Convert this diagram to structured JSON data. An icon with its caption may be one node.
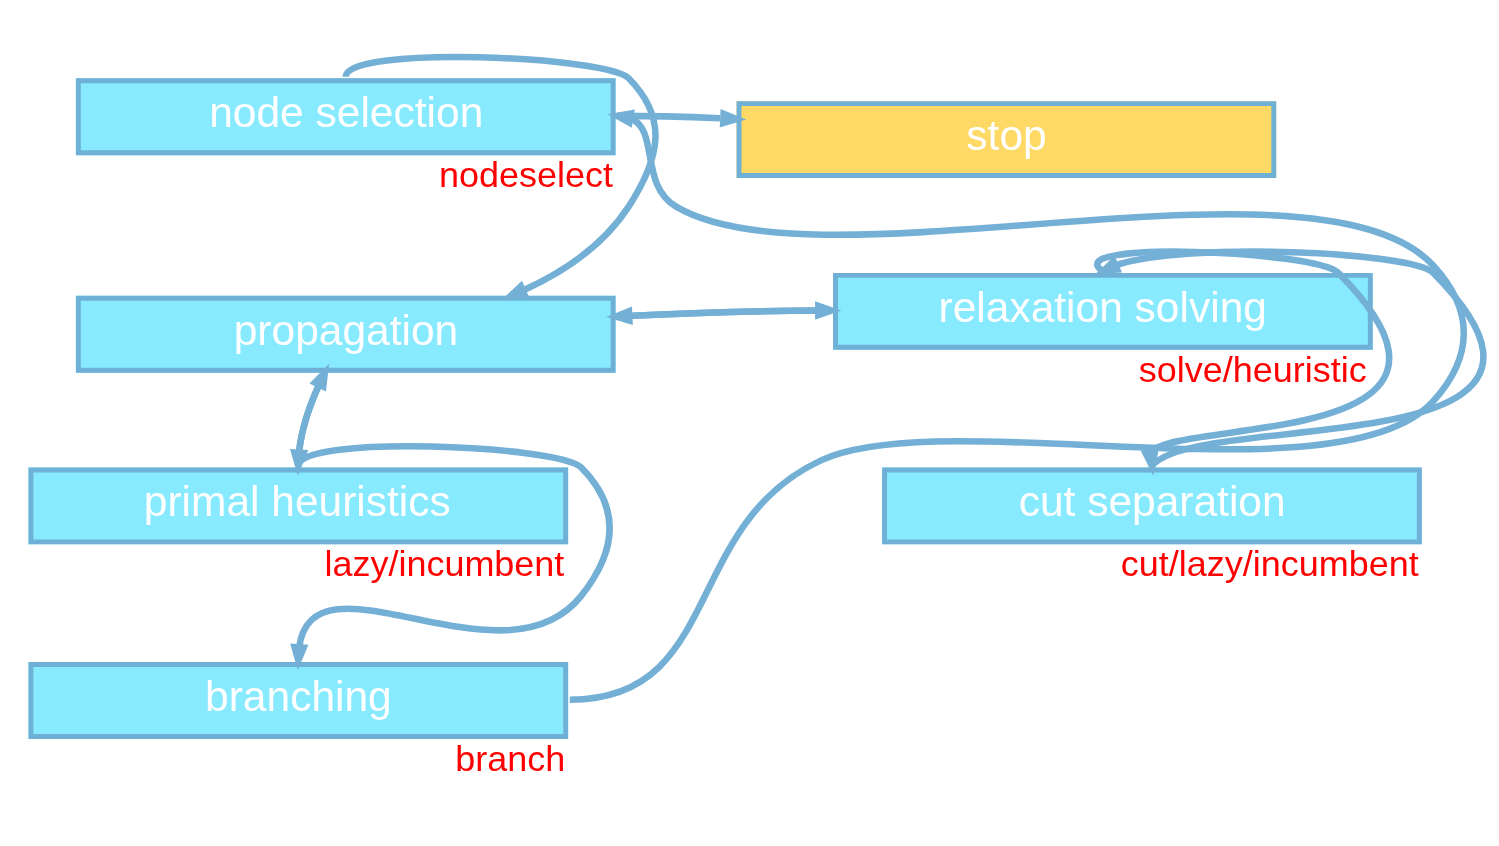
{
  "diagram": {
    "nodes": [
      {
        "text": [
          "node selection"
        ],
        "beside": [
          "nodeselect"
        ]
      },
      {
        "text": [
          "stop"
        ]
      },
      {
        "text": [
          "propagation"
        ]
      },
      {
        "text": [
          "relaxation solving"
        ],
        "beside": [
          "solve/heuristic"
        ]
      },
      {
        "text": [
          "cut separation"
        ],
        "beside": [
          "cut/lazy/incumbent"
        ]
      },
      {
        "text": [
          "primal heuristics"
        ],
        "beside": [
          "lazy/incumbent"
        ]
      },
      {
        "text": [
          "branching"
        ],
        "beside": [
          "branch"
        ]
      }
    ],
    "edges": [
      {
        "from": 0,
        "to": 1,
        "arrow": "to"
      },
      {
        "from": 0,
        "to": 2,
        "arrow": "to"
      },
      {
        "from": 2,
        "to": 3,
        "arrow": "to"
      },
      {
        "from": 3,
        "to": 2,
        "arrow": "to"
      },
      {
        "from": 3,
        "to": 4,
        "arrow": "to"
      },
      {
        "from": 4,
        "to": 3,
        "arrow": "to"
      },
      {
        "from": 2,
        "to": 5,
        "arrow": "to"
      },
      {
        "from": 5,
        "to": 2,
        "arrow": "to"
      },
      {
        "from": 5,
        "to": 6,
        "arrow": "to"
      },
      {
        "from": 6,
        "to": 0,
        "arrow": "to"
      }
    ]
  }
}
